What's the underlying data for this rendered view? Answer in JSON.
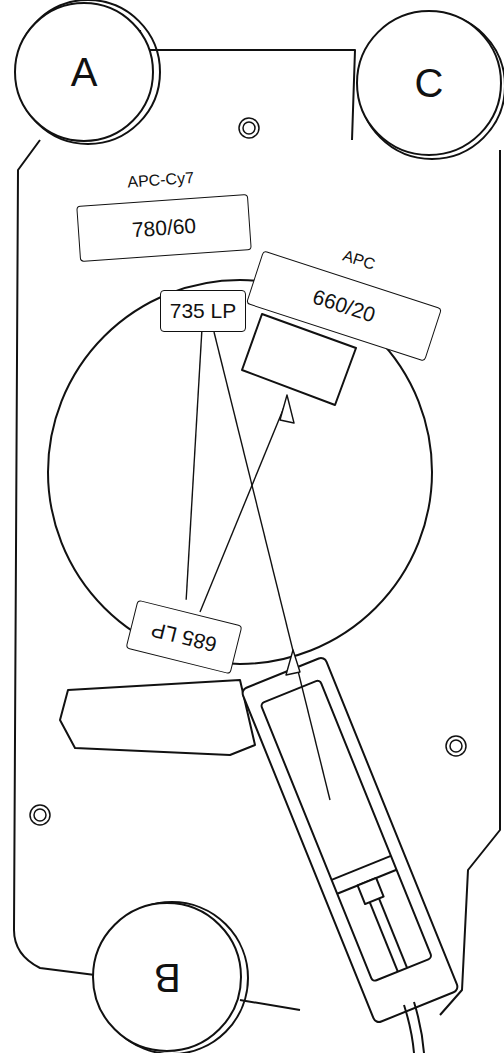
{
  "diagram": {
    "nodes": [
      {
        "text": [
          "A"
        ]
      },
      {
        "text": [
          "C"
        ]
      },
      {
        "text": [
          "APC-Cy7",
          "780/60"
        ]
      },
      {
        "text": [
          "APC",
          "660/20"
        ]
      },
      {
        "text": [
          "735 LP"
        ]
      },
      {
        "text": [
          "685 LP"
        ]
      },
      {
        "text": [
          "B"
        ]
      }
    ],
    "edges": [
      {
        "from": 5,
        "to": 4,
        "arrow": "none"
      }
    ]
  }
}
